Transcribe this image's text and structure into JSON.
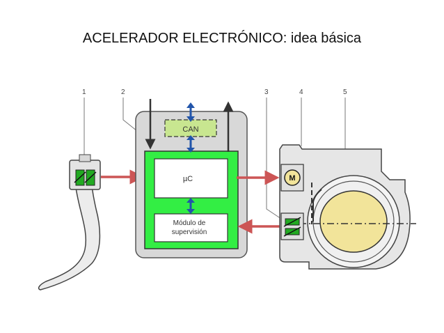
{
  "slide": {
    "title": "ACELERADOR ELECTRÓNICO: idea básica"
  },
  "diagram": {
    "callouts": [
      "1",
      "2",
      "3",
      "4",
      "5"
    ],
    "blocks": {
      "can": "CAN",
      "microcontroller": "µC",
      "supervision_line1": "Módulo de",
      "supervision_line2": "supervisión",
      "motor": "M"
    },
    "colors": {
      "ecu_housing": "#d8d8d8",
      "control_board": "#33ee44",
      "can_box": "#c8e690",
      "arrows_red": "#cc5555",
      "arrows_blue": "#2255aa",
      "sensor_yellow": "#f2e49a",
      "sensor_green": "#22aa22"
    }
  }
}
